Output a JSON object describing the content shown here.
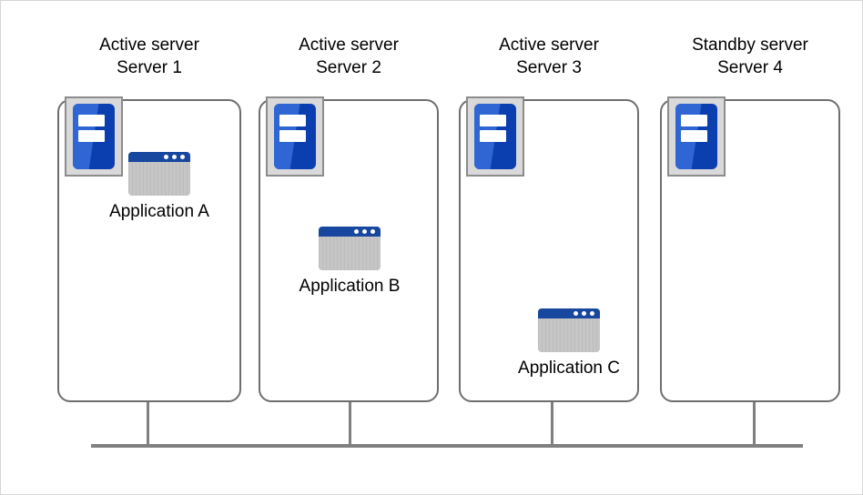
{
  "diagram": {
    "title_note": "",
    "colors": {
      "frame_border": "#d6d6d6",
      "chassis_border": "#6e6e6e",
      "bus_line": "#808080",
      "server_icon_blue_dark": "#0b3fb0",
      "server_icon_blue_light": "#2f66d4",
      "server_icon_frame": "#d9d9d9",
      "app_titlebar_blue": "#17479e",
      "app_body_gray": "#c6c6c6"
    },
    "servers": [
      {
        "id": "server-1",
        "role_label": "Active server",
        "name_label": "Server 1",
        "server_icon_name": "server-icon",
        "application": {
          "label": "Application  A",
          "icon_name": "application-window-icon"
        }
      },
      {
        "id": "server-2",
        "role_label": "Active server",
        "name_label": "Server 2",
        "server_icon_name": "server-icon",
        "application": {
          "label": "Application  B",
          "icon_name": "application-window-icon"
        }
      },
      {
        "id": "server-3",
        "role_label": "Active server",
        "name_label": "Server 3",
        "server_icon_name": "server-icon",
        "application": {
          "label": "Application  C",
          "icon_name": "application-window-icon"
        }
      },
      {
        "id": "server-4",
        "role_label": "Standby server",
        "name_label": "Server 4",
        "server_icon_name": "server-icon",
        "application": null
      }
    ],
    "network": {
      "bus_name": "network-bus-line",
      "connector_name": "server-network-connector"
    }
  }
}
